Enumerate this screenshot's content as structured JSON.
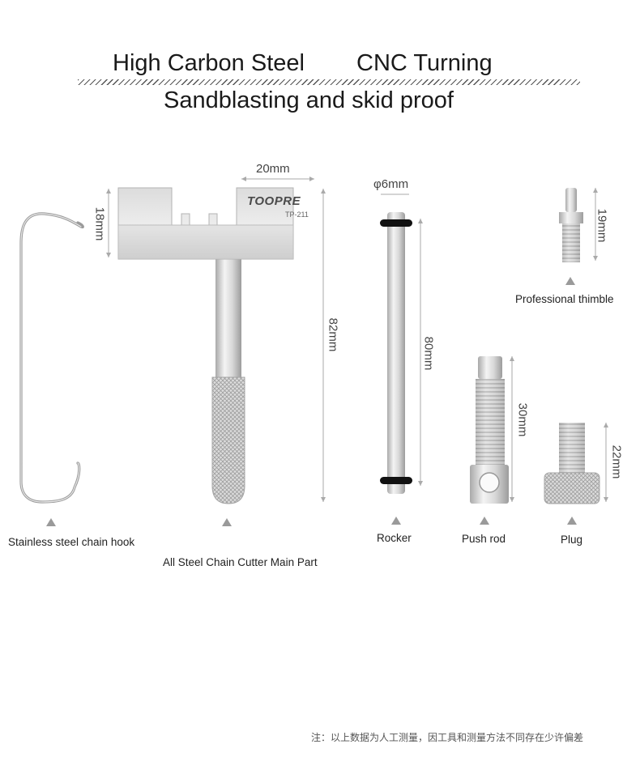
{
  "headline": {
    "line1_left": "High Carbon Steel",
    "line1_right": "CNC Turning",
    "line2": "Sandblasting and skid proof"
  },
  "brand": {
    "logo": "TOOPRE",
    "model": "TP-211"
  },
  "dimensions": {
    "cutter_width": "20mm",
    "cutter_head_height": "18mm",
    "cutter_length": "82mm",
    "rocker_diameter": "φ6mm",
    "rocker_length": "80mm",
    "thimble_length": "19mm",
    "push_rod_length": "30mm",
    "plug_length": "22mm"
  },
  "parts": {
    "hook": "Stainless steel chain hook",
    "main": "All Steel Chain Cutter Main Part",
    "rocker": "Rocker",
    "push_rod": "Push rod",
    "plug": "Plug",
    "thimble": "Professional thimble"
  },
  "footnote": "注：以上数据为人工测量，因工具和测量方法不同存在少许偏差",
  "colors": {
    "steel_light": "#e4e4e4",
    "steel_dark": "#b8b8b8",
    "marker": "#9a9a9a",
    "oring": "#111111"
  }
}
